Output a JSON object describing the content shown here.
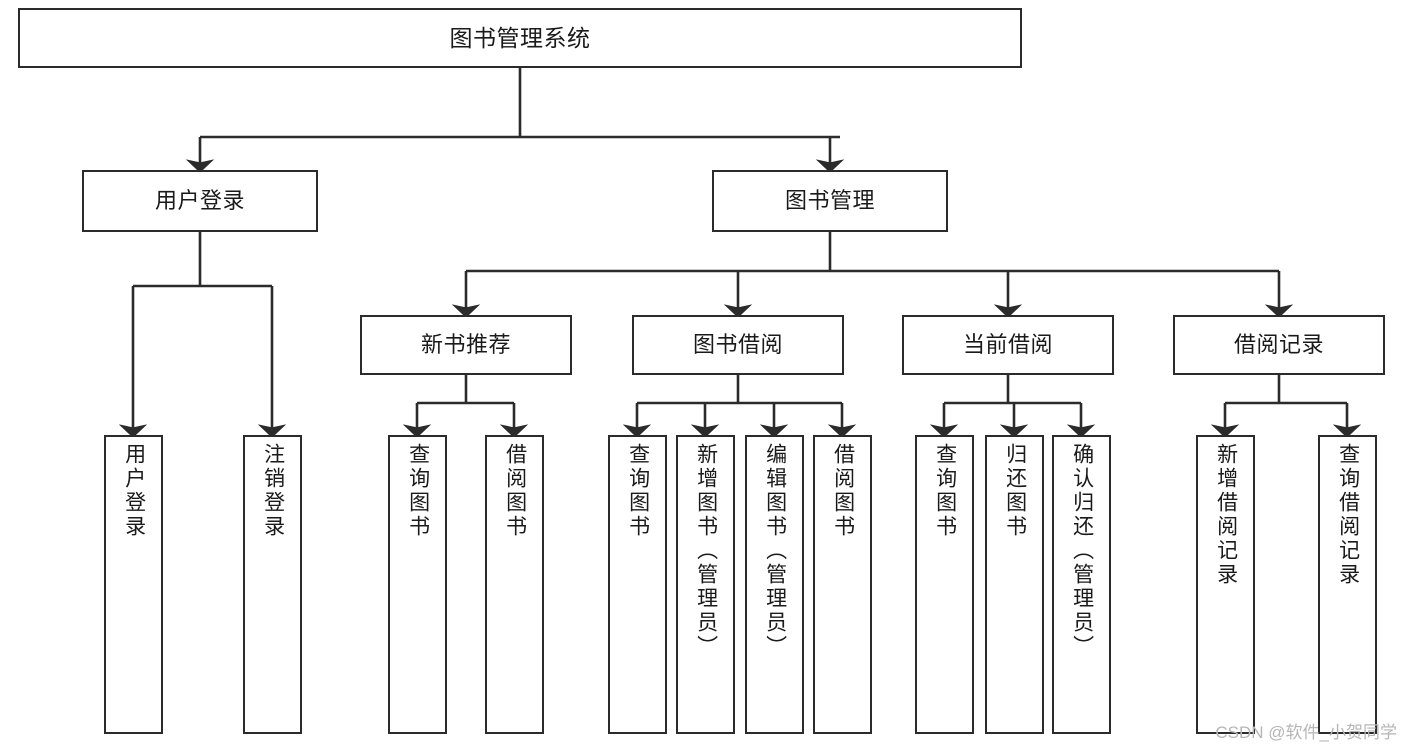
{
  "diagram": {
    "title": "图书管理系统",
    "watermark": "CSDN @软件_小贺同学",
    "line_color": "#2b2b2b",
    "box_fill": "#ffffff",
    "text_color": "#1a1a1a",
    "watermark_color": "#b6b6b6",
    "nodes": {
      "root": {
        "label": "图书管理系统"
      },
      "level2": [
        {
          "id": "user-login",
          "label": "用户登录"
        },
        {
          "id": "book-management",
          "label": "图书管理"
        }
      ],
      "level3": [
        {
          "id": "new-book-recommend",
          "label": "新书推荐"
        },
        {
          "id": "book-borrow",
          "label": "图书借阅"
        },
        {
          "id": "current-borrow",
          "label": "当前借阅"
        },
        {
          "id": "borrow-record",
          "label": "借阅记录"
        }
      ],
      "leaves": {
        "user-login": [
          {
            "id": "leaf-user-login",
            "label": "用户登录"
          },
          {
            "id": "leaf-logout-login",
            "label": "注销登录"
          }
        ],
        "new-book-recommend": [
          {
            "id": "leaf-query-book-1",
            "label": "查询图书"
          },
          {
            "id": "leaf-borrow-book-1",
            "label": "借阅图书"
          }
        ],
        "book-borrow": [
          {
            "id": "leaf-query-book-2",
            "label": "查询图书"
          },
          {
            "id": "leaf-add-book-admin",
            "label": "新增图书（管理员）"
          },
          {
            "id": "leaf-edit-book-admin",
            "label": "编辑图书（管理员）"
          },
          {
            "id": "leaf-borrow-book-2",
            "label": "借阅图书"
          }
        ],
        "current-borrow": [
          {
            "id": "leaf-query-book-3",
            "label": "查询图书"
          },
          {
            "id": "leaf-return-book",
            "label": "归还图书"
          },
          {
            "id": "leaf-confirm-return-admin",
            "label": "确认归还（管理员）"
          }
        ],
        "borrow-record": [
          {
            "id": "leaf-add-borrow-record",
            "label": "新增借阅记录"
          },
          {
            "id": "leaf-query-borrow-record",
            "label": "查询借阅记录"
          }
        ]
      }
    }
  }
}
